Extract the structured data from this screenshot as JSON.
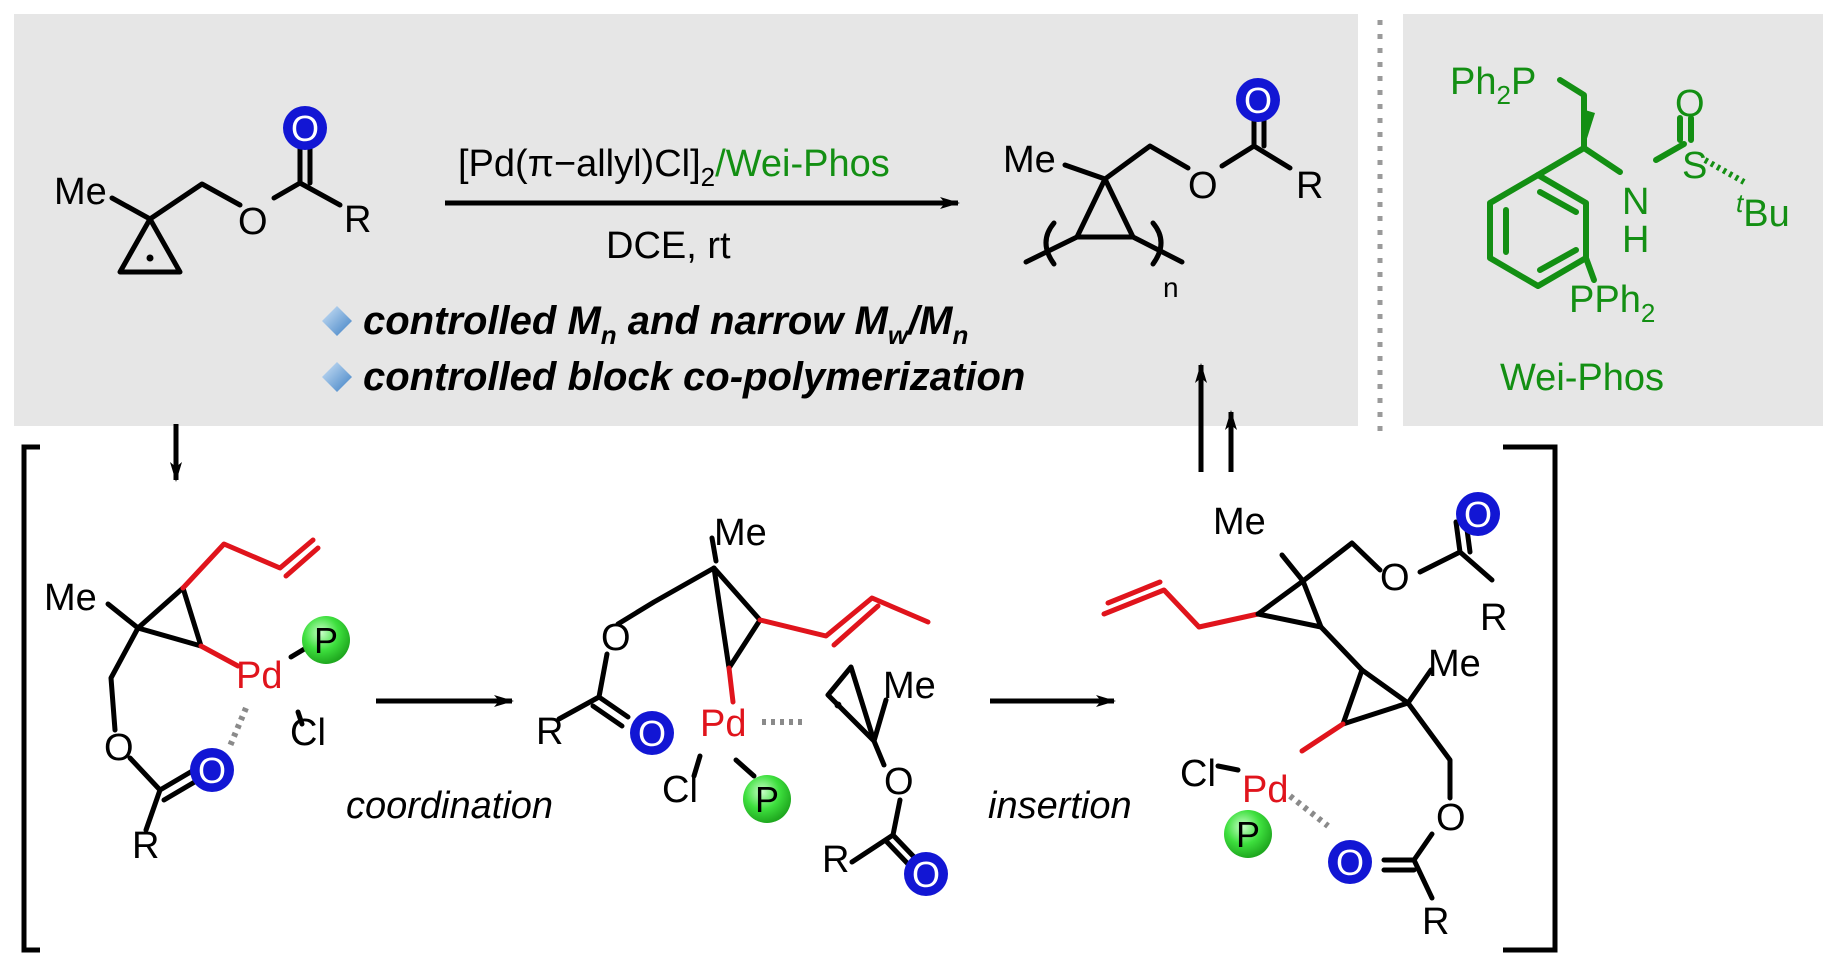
{
  "colors": {
    "panel_gray": "#e6e6e6",
    "palladium_red": "#e0141c",
    "ligand_green": "#138f13",
    "oxygen_blue": "#1216d4",
    "phosphorus_green": "#3ee03e",
    "bullet_blue": "#6fa8dc"
  },
  "reaction": {
    "reagent": "[Pd(π−allyl)Cl]",
    "reagent_sub": "2",
    "reagent_ligand": "/Wei-Phos",
    "conditions": "DCE, rt",
    "bullet_1_pre": "controlled M",
    "bullet_1_sub1": "n",
    "bullet_1_mid": " and narrow M",
    "bullet_1_sub2": "w",
    "bullet_1_slash": "/M",
    "bullet_1_sub3": "n",
    "bullet_2": "controlled block co-polymerization",
    "repeat_n": "n"
  },
  "ligand": {
    "name": "Wei-Phos",
    "ph2p": "Ph",
    "ph2p_sub": "2",
    "ph2p_tail": "P",
    "pph2": "PPh",
    "pph2_sub": "2",
    "o": "O",
    "s": "S",
    "n": "N",
    "h": "H",
    "tbu_t": "t",
    "tbu": "Bu"
  },
  "atoms": {
    "me": "Me",
    "o": "O",
    "r": "R",
    "pd": "Pd",
    "p": "P",
    "cl": "Cl"
  },
  "steps": {
    "coordination": "coordination",
    "insertion": "insertion"
  }
}
